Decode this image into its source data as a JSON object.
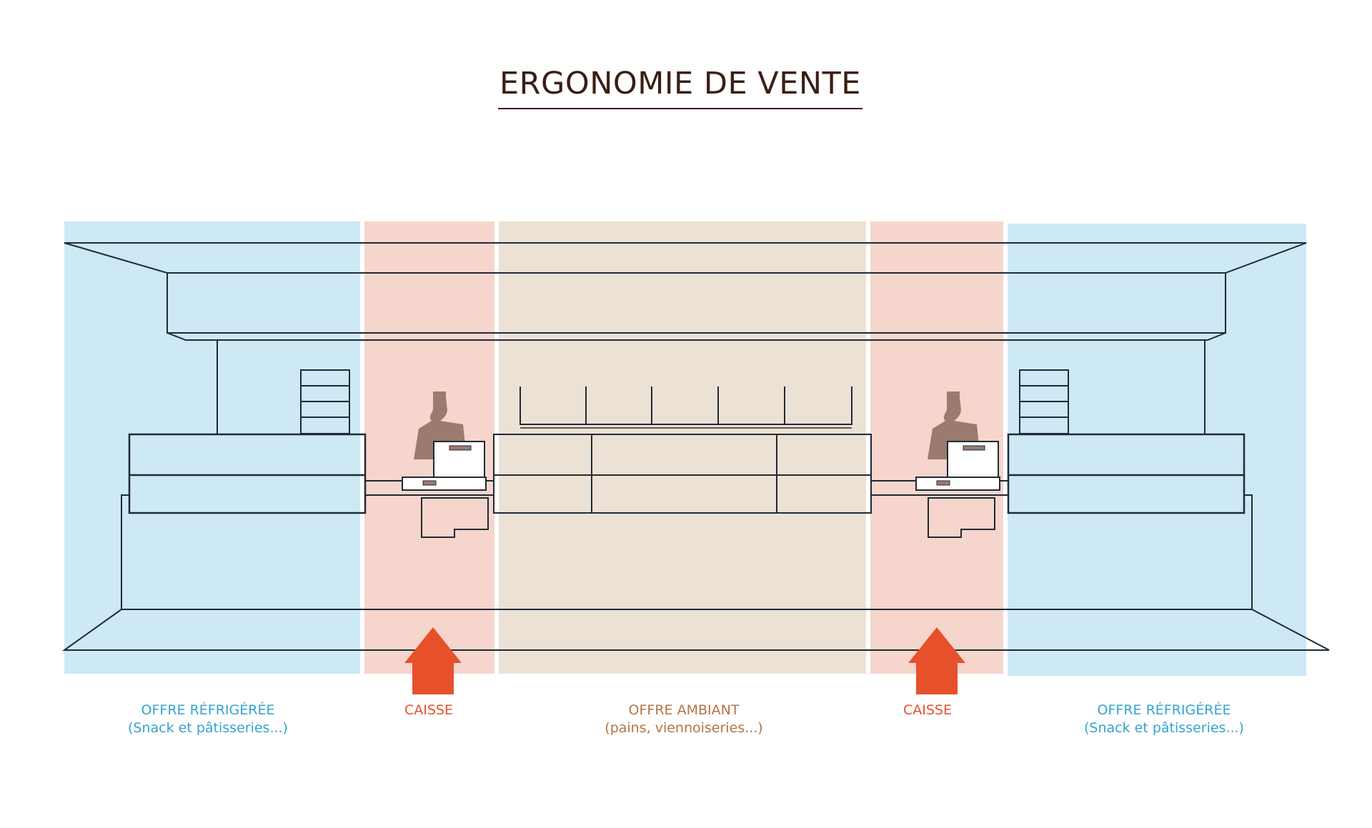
{
  "title": "ERGONOMIE DE VENTE",
  "zones": [
    {
      "id": "left-cold",
      "label": "OFFRE RÉFRIGÉRÉE",
      "sub": "(Snack et pâtisseries...)",
      "color": "#cce9f5",
      "text_color": "#35a3cf"
    },
    {
      "id": "left-till",
      "label": "CAISSE",
      "sub": "",
      "color": "#f6d5cc",
      "text_color": "#e6512b"
    },
    {
      "id": "ambient",
      "label": "OFFRE AMBIANT",
      "sub": "(pains, viennoiseries...)",
      "color": "#ece1d5",
      "text_color": "#b37345"
    },
    {
      "id": "right-till",
      "label": "CAISSE",
      "sub": "",
      "color": "#f6d5cc",
      "text_color": "#e6512b"
    },
    {
      "id": "right-cold",
      "label": "OFFRE RÉFRIGÉRÉE",
      "sub": "(Snack et pâtisseries...)",
      "color": "#cce9f5",
      "text_color": "#35a3cf"
    }
  ],
  "colors": {
    "line": "#1f2b33",
    "arrow": "#e6512b",
    "figure": "#9b7b6e",
    "title": "#3b1f14"
  }
}
